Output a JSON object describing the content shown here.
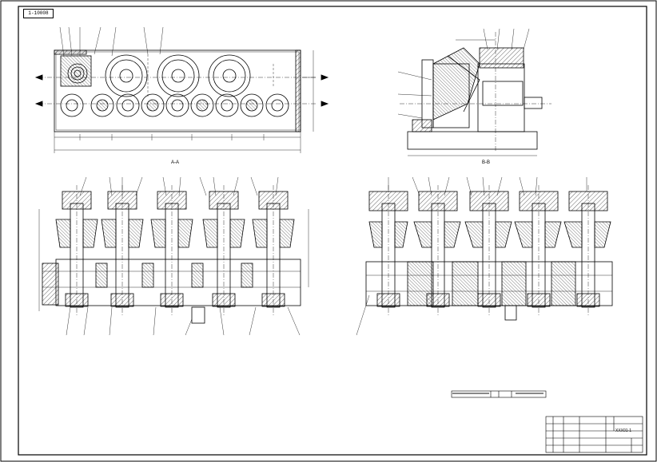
{
  "drawing": {
    "sheet_code": "1-10008",
    "section_labels": {
      "a": "A-A",
      "b": "B-B"
    },
    "title_block": {
      "drawing_number": "XXX01-1"
    }
  }
}
